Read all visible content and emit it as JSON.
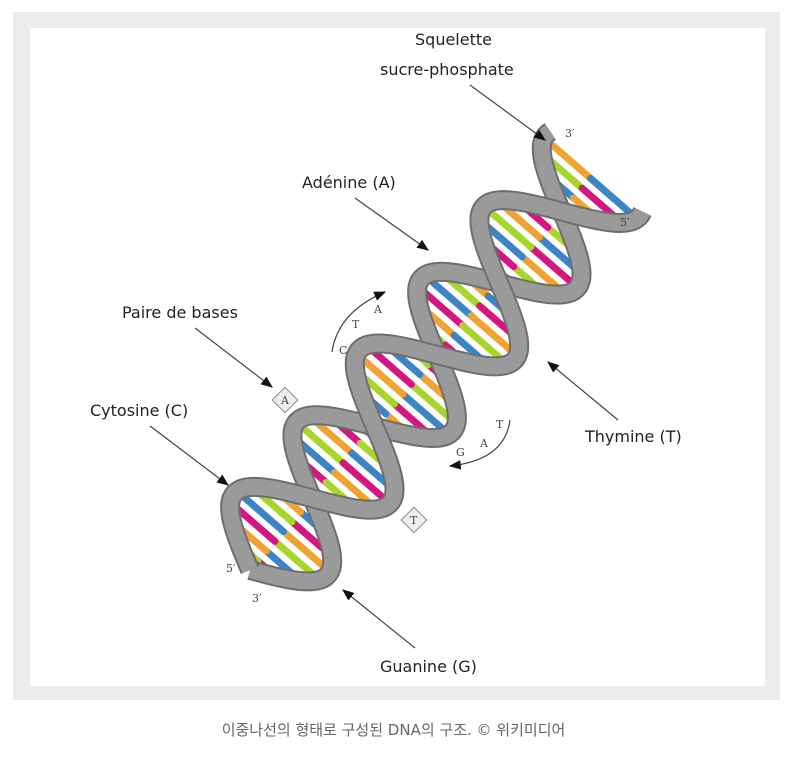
{
  "labels": {
    "backbone_line1": "Squelette",
    "backbone_line2": "sucre-phosphate",
    "adenine": "Adénine (A)",
    "base_pair": "Paire de bases",
    "cytosine": "Cytosine (C)",
    "thymine": "Thymine (T)",
    "guanine": "Guanine (G)"
  },
  "ends": {
    "top_3": "3′",
    "top_5": "5′",
    "bottom_5": "5′",
    "bottom_3": "3′"
  },
  "sequence_top": [
    "C",
    "T",
    "A"
  ],
  "sequence_bottom": [
    "T",
    "A",
    "G"
  ],
  "pair_box_left": "A",
  "pair_box_right": "T",
  "colors": {
    "backbone": "#9a9a9a",
    "pink": "#d4177f",
    "green": "#a8d52b",
    "blue": "#3b84c6",
    "orange": "#f0a232"
  },
  "caption": "이중나선의 형태로 구성된 DNA의 구조. © 위키미디어"
}
